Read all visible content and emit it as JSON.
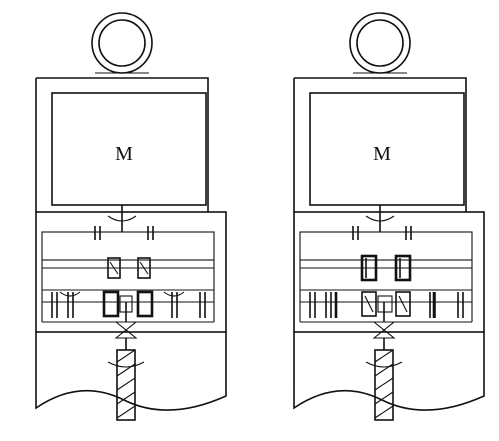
{
  "diagrams": [
    {
      "motor_label": "M",
      "variant": "left"
    },
    {
      "motor_label": "M",
      "variant": "right"
    }
  ],
  "colors": {
    "stroke": "#111111",
    "background": "#ffffff"
  }
}
